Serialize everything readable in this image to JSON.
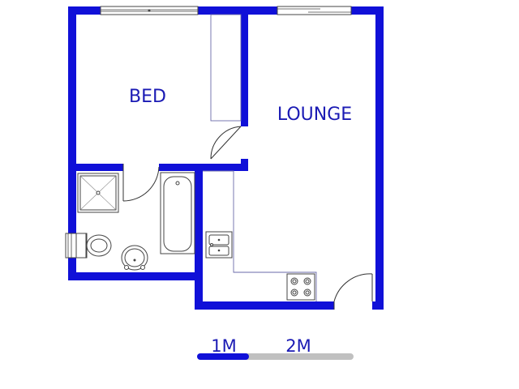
{
  "rooms": {
    "bed": "BED",
    "lounge": "LOUNGE"
  },
  "scale_bar": {
    "label_1": "1M",
    "label_2": "2M"
  },
  "colors": {
    "wall": "#1010d8",
    "label": "#1a1ab4",
    "scale_dark": "#1010d8",
    "scale_light": "#c0c0c0"
  }
}
